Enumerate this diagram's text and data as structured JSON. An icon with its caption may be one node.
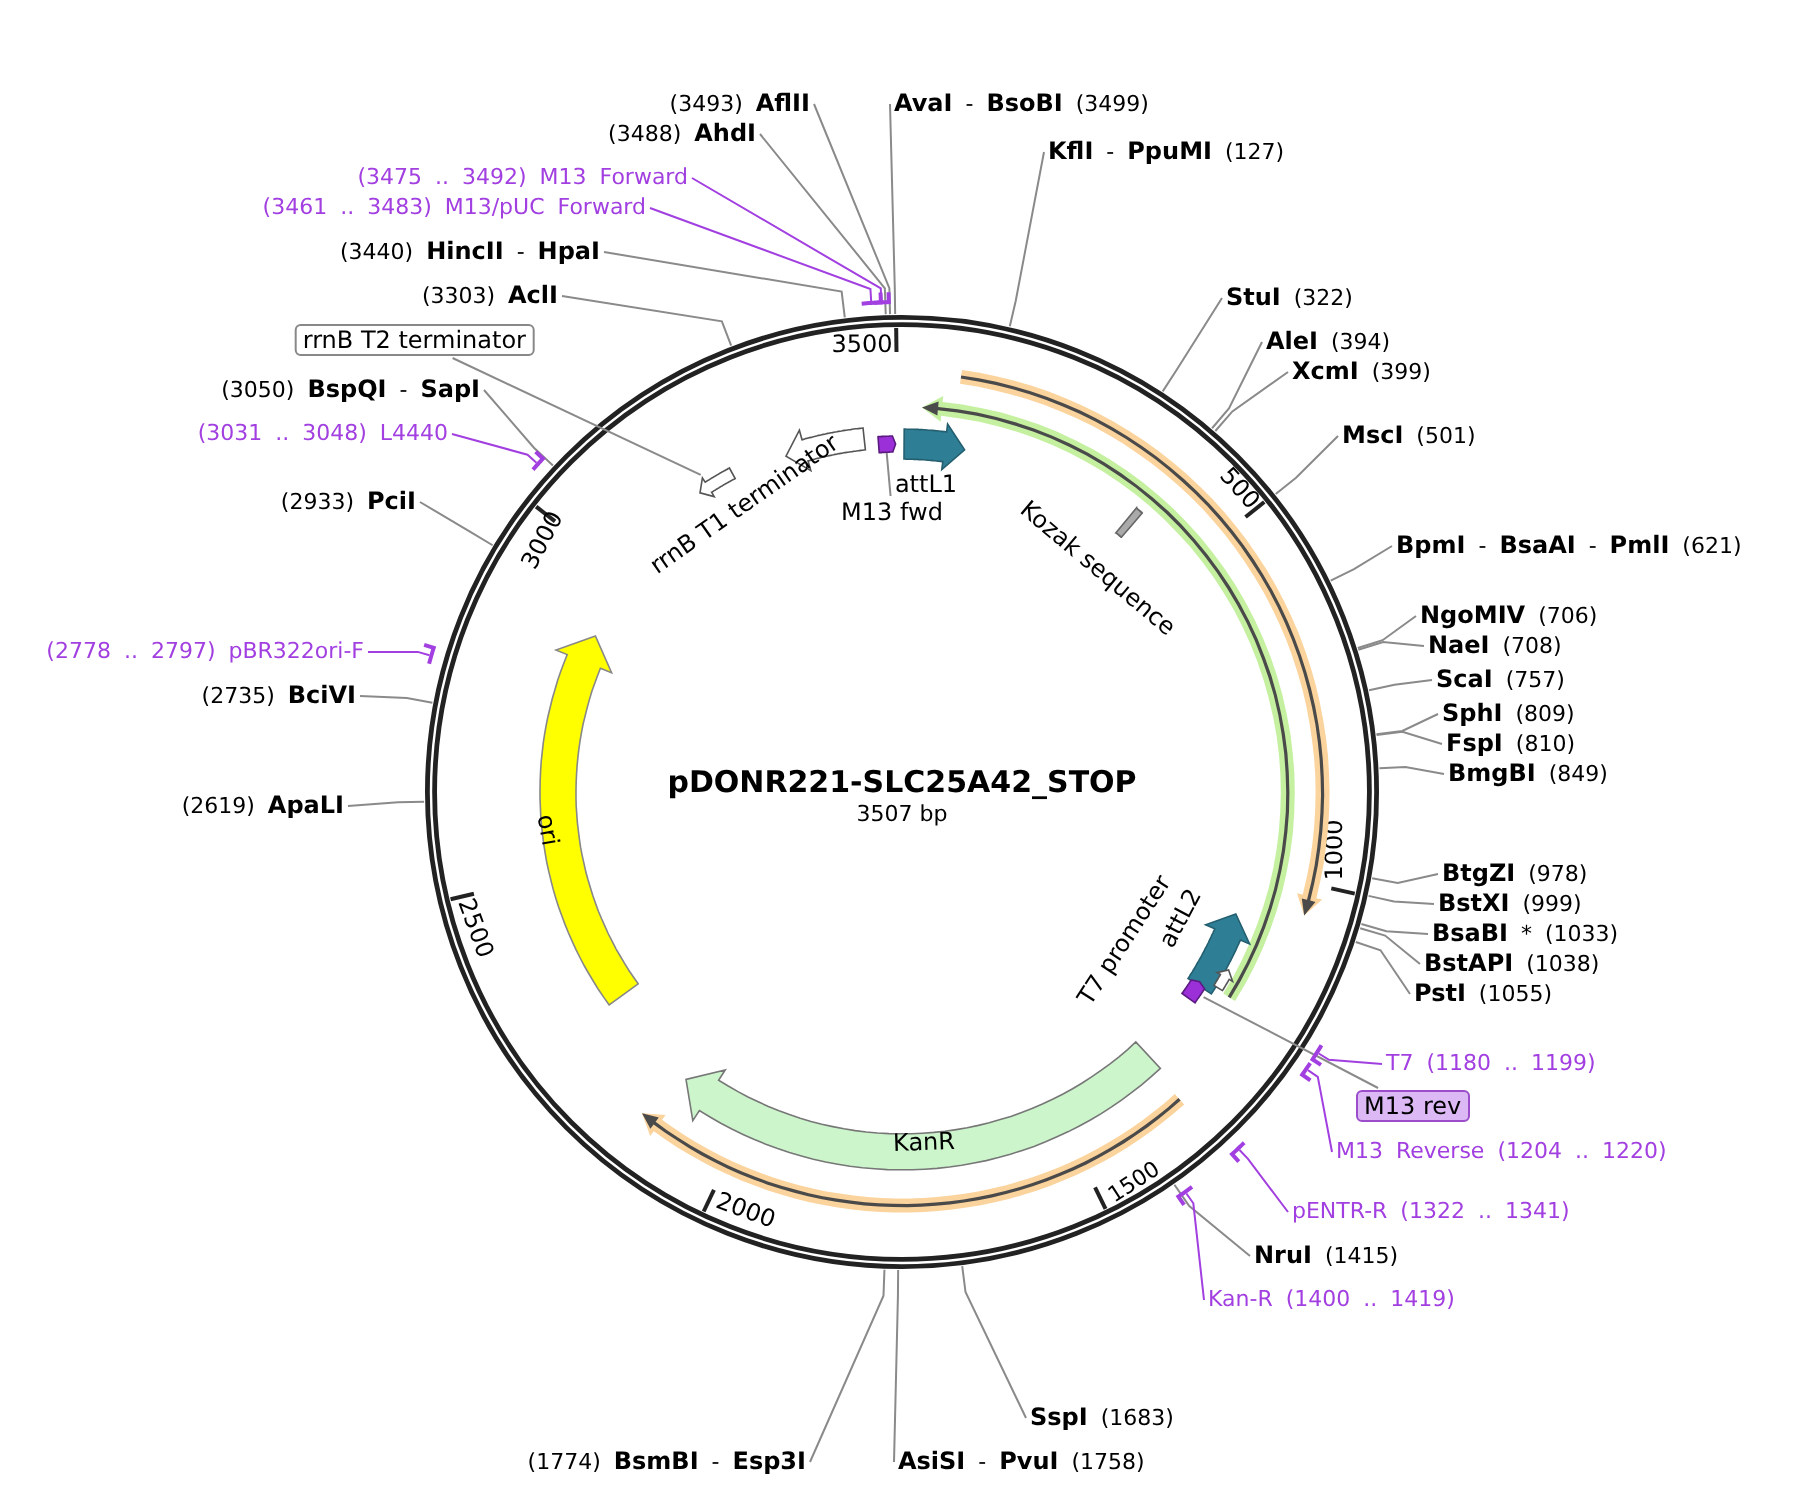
{
  "diagram": {
    "title": "pDONR221-SLC25A42_STOP",
    "nodes": [
      {
        "text": [
          "(3493) **AflII**"
        ]
      },
      {
        "text": [
          "**AvaI** - **BsoBI** (3499)"
        ]
      },
      {
        "text": [
          "(3488) **AhdI**"
        ]
      },
      {
        "text": [
          "**KflI** - **PpuMI** (127)"
        ]
      },
      {
        "text": [
          "(3475 .. 3492) M13 Forward"
        ]
      },
      {
        "text": [
          "(3461 .. 3483) M13/pUC Forward"
        ]
      },
      {
        "text": [
          "(3440) **HincII** - **HpaI**"
        ]
      },
      {
        "text": [
          "(3303) **AclI**"
        ]
      },
      {
        "text": [
          "**StuI** (322)"
        ]
      },
      {
        "text": [
          "rrnB T2 terminator"
        ]
      },
      {
        "text": [
          "**AleI** (394)"
        ]
      },
      {
        "text": [
          "**XcmI** (399)"
        ]
      },
      {
        "text": [
          "(3050) **BspQI** - **SapI**"
        ]
      },
      {
        "text": [
          "(3031 .. 3048) L4440"
        ]
      },
      {
        "text": [
          "**MscI** (501)"
        ]
      },
      {
        "text": [
          "(2933) **PciI**"
        ]
      },
      {
        "text": [
          "**BpmI** - **BsaAI** - **PmlI** (621)"
        ]
      },
      {
        "text": [
          "**NgoMIV** (706)"
        ]
      },
      {
        "text": [
          "**NaeI** (708)"
        ]
      },
      {
        "text": [
          "(2778 .. 2797) pBR322ori-F"
        ]
      },
      {
        "text": [
          "**ScaI** (757)"
        ]
      },
      {
        "text": [
          "(2735) **BciVI**"
        ]
      },
      {
        "text": [
          "**SphI** (809)"
        ]
      },
      {
        "text": [
          "**FspI** (810)"
        ]
      },
      {
        "text": [
          "**BmgBI** (849)"
        ]
      },
      {
        "text": [
          "(2619) **ApaLI**"
        ]
      },
      {
        "text": [
          "**BtgZI** (978)"
        ]
      },
      {
        "text": [
          "**BstXI** (999)"
        ]
      },
      {
        "text": [
          "**BsaBI** * (1033)"
        ]
      },
      {
        "text": [
          "**BstAPI** (1038)"
        ]
      },
      {
        "text": [
          "**PstI** (1055)"
        ]
      },
      {
        "text": [
          "T7 (1180 .. 1199)"
        ]
      },
      {
        "text": [
          "M13 rev"
        ]
      },
      {
        "text": [
          "M13 Reverse (1204 .. 1220)"
        ]
      },
      {
        "text": [
          "pENTR-R (1322 .. 1341)"
        ]
      },
      {
        "text": [
          "**NruI** (1415)"
        ]
      },
      {
        "text": [
          "Kan-R (1400 .. 1419)"
        ]
      },
      {
        "text": [
          "**SspI** (1683)"
        ]
      },
      {
        "text": [
          "(1774) **BsmBI** - **Esp3I**"
        ]
      },
      {
        "text": [
          "**AsiSI** - **PvuI** (1758)"
        ]
      },
      {
        "text": [
          "attL1"
        ]
      },
      {
        "text": [],
        "shape": "arrow"
      },
      {
        "text": [
          "M13 fwd"
        ]
      },
      {
        "text": [
          "rrnB T1 terminator"
        ]
      },
      {
        "text": [],
        "shape": "arrow"
      },
      {
        "text": [
          "Kozak sequence"
        ]
      },
      {
        "text": [],
        "shape": "arrow"
      },
      {
        "text": [],
        "shape": "arrow"
      },
      {
        "text": [
          "attL2"
        ]
      },
      {
        "text": [
          "T7 promoter"
        ]
      },
      {
        "text": [],
        "shape": "arrow"
      },
      {
        "text": [
          "KanR"
        ]
      },
      {
        "text": [],
        "shape": "arrow"
      },
      {
        "text": [
          "ori"
        ]
      }
    ],
    "edges": [
      {
        "from": 0,
        "to": null,
        "arrow": "none"
      },
      {
        "from": 1,
        "to": null,
        "arrow": "none"
      },
      {
        "from": 2,
        "to": null,
        "arrow": "none"
      },
      {
        "from": 3,
        "to": null,
        "arrow": "none"
      },
      {
        "from": 4,
        "to": null,
        "arrow": "none",
        "color": "#a23fe0"
      },
      {
        "from": 5,
        "to": null,
        "arrow": "none",
        "color": "#a23fe0"
      },
      {
        "from": 6,
        "to": null,
        "arrow": "none"
      },
      {
        "from": 7,
        "to": null,
        "arrow": "none"
      },
      {
        "from": 8,
        "to": null,
        "arrow": "none"
      },
      {
        "from": 9,
        "to": 44,
        "arrow": "none"
      },
      {
        "from": 10,
        "to": null,
        "arrow": "none"
      },
      {
        "from": 11,
        "to": null,
        "arrow": "none"
      },
      {
        "from": 12,
        "to": null,
        "arrow": "none"
      },
      {
        "from": 13,
        "to": null,
        "arrow": "none",
        "color": "#a23fe0"
      },
      {
        "from": 14,
        "to": null,
        "arrow": "none"
      },
      {
        "from": 15,
        "to": null,
        "arrow": "none"
      },
      {
        "from": 16,
        "to": null,
        "arrow": "none"
      },
      {
        "from": 17,
        "to": null,
        "arrow": "none"
      },
      {
        "from": 18,
        "to": null,
        "arrow": "none"
      },
      {
        "from": 19,
        "to": null,
        "arrow": "none",
        "color": "#a23fe0"
      },
      {
        "from": 20,
        "to": null,
        "arrow": "none"
      },
      {
        "from": 21,
        "to": null,
        "arrow": "none"
      },
      {
        "from": 22,
        "to": null,
        "arrow": "none"
      },
      {
        "from": 23,
        "to": null,
        "arrow": "none"
      },
      {
        "from": 24,
        "to": null,
        "arrow": "none"
      },
      {
        "from": 25,
        "to": null,
        "arrow": "none"
      },
      {
        "from": 26,
        "to": null,
        "arrow": "none"
      },
      {
        "from": 27,
        "to": null,
        "arrow": "none"
      },
      {
        "from": 28,
        "to": null,
        "arrow": "none"
      },
      {
        "from": 29,
        "to": null,
        "arrow": "none"
      },
      {
        "from": 30,
        "to": null,
        "arrow": "none"
      },
      {
        "from": 31,
        "to": null,
        "arrow": "none",
        "color": "#a23fe0"
      },
      {
        "from": 32,
        "to": 50,
        "arrow": "none"
      },
      {
        "from": 33,
        "to": null,
        "arrow": "none",
        "color": "#a23fe0"
      },
      {
        "from": 34,
        "to": null,
        "arrow": "none",
        "color": "#a23fe0"
      },
      {
        "from": 35,
        "to": null,
        "arrow": "none"
      },
      {
        "from": 36,
        "to": null,
        "arrow": "none",
        "color": "#a23fe0"
      },
      {
        "from": 37,
        "to": null,
        "arrow": "none"
      },
      {
        "from": 38,
        "to": null,
        "arrow": "none"
      },
      {
        "from": 39,
        "to": null,
        "arrow": "none"
      },
      {
        "from": 42,
        "to": 41,
        "arrow": "none"
      }
    ],
    "labels": [
      "3507 bp",
      "3500",
      "500",
      "1000",
      "1500",
      "2000",
      "2500",
      "3000"
    ]
  }
}
